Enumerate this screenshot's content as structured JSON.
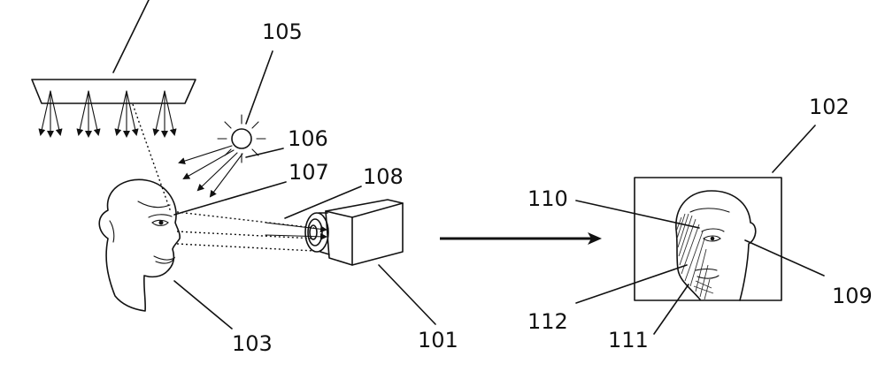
{
  "labels": {
    "ref_101": "101",
    "ref_102": "102",
    "ref_103": "103",
    "ref_105": "105",
    "ref_106": "106",
    "ref_107": "107",
    "ref_108": "108",
    "ref_109": "109",
    "ref_110": "110",
    "ref_111": "111",
    "ref_112": "112"
  }
}
